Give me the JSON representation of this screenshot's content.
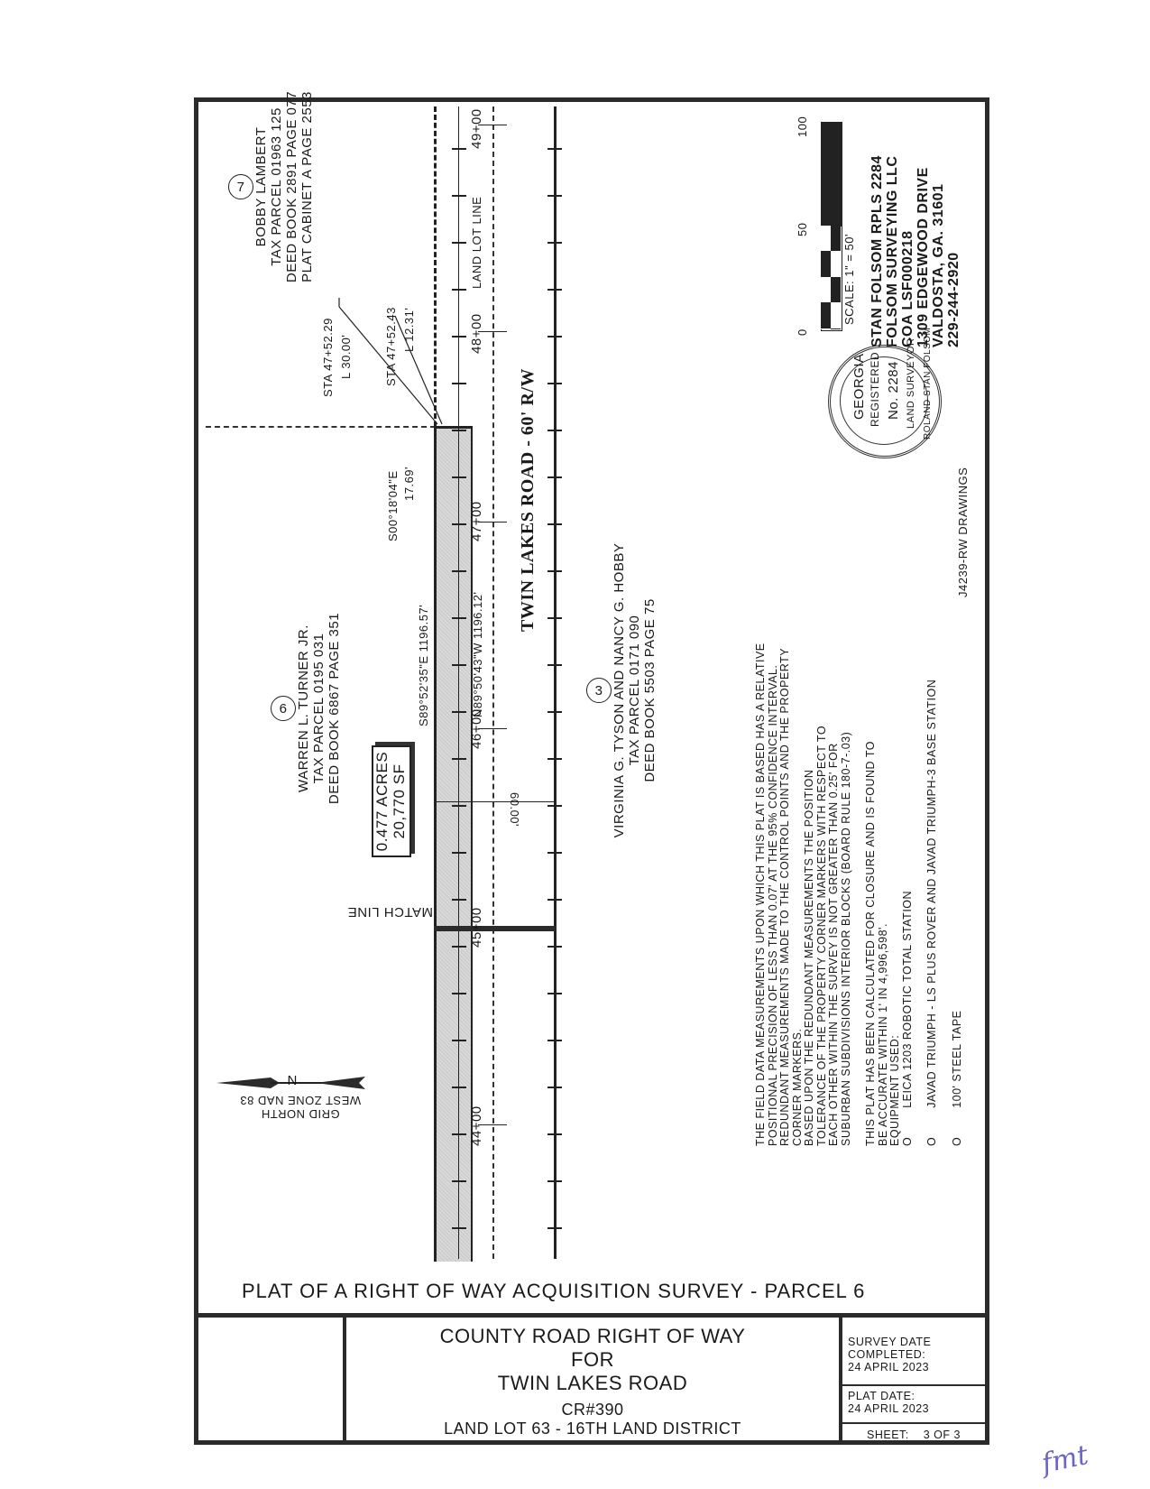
{
  "sheet": {
    "title": "PLAT OF A RIGHT OF WAY ACQUISITION SURVEY - PARCEL 6",
    "drawing_ref": "J4239-RW DRAWINGS"
  },
  "title_block": {
    "line1": "COUNTY ROAD RIGHT OF WAY",
    "line2": "FOR",
    "line3": "TWIN LAKES ROAD",
    "line4": "CR#390",
    "line5": "LAND LOT 63 - 16TH LAND DISTRICT",
    "survey_date_label_1": "SURVEY DATE",
    "survey_date_label_2": "COMPLETED:",
    "survey_date_value": "24 APRIL 2023",
    "plat_date_label": "PLAT DATE:",
    "plat_date_value": "24 APRIL 2023",
    "sheet_label": "SHEET:",
    "sheet_value": "3 OF 3"
  },
  "parcels": [
    {
      "number": "7",
      "owner": "BOBBY LAMBERT",
      "tax_parcel": "TAX PARCEL 01963 125",
      "deed": "DEED BOOK 2891 PAGE 077",
      "plat": "PLAT CABINET A PAGE 2553"
    },
    {
      "number": "6",
      "owner": "WARREN L. TURNER JR.",
      "tax_parcel": "TAX PARCEL 0195 031",
      "deed": "DEED BOOK 6867 PAGE 351"
    },
    {
      "number": "3",
      "owner": "VIRGINIA G. TYSON AND NANCY G. HOBBY",
      "tax_parcel": "TAX PARCEL 0171 090",
      "deed": "DEED BOOK 5503 PAGE 75"
    }
  ],
  "area_box": {
    "acres": "0.477 ACRES",
    "sf": "20,770 SF"
  },
  "road": {
    "name": "TWIN LAKES ROAD - 60' R/W",
    "width_label": "60.00'"
  },
  "bearings": {
    "north_line": "S89°52'35\"E   1196.57'",
    "south_line": "N89°50'43\"W   1196.12'",
    "east_line_bearing": "S00°18'04\"E",
    "east_line_distance": "17.69'"
  },
  "stations": {
    "sta_a": "STA 47+52.29",
    "sta_a_offset": "L 30.00'",
    "sta_b": "STA 47+52.43",
    "sta_b_offset": "L 12.31'",
    "ticks": [
      "44+00",
      "45+00",
      "46+00",
      "47+00",
      "48+00",
      "49+00"
    ],
    "land_lot_line": "LAND LOT LINE",
    "match_line": "MATCH LINE"
  },
  "north_arrow": {
    "letter": "N",
    "line1": "GRID NORTH",
    "line2": "WEST ZONE NAD 83"
  },
  "scale_bar": {
    "label": "SCALE: 1\" = 50'",
    "ticks": [
      "0",
      "50",
      "100"
    ]
  },
  "surveyor": {
    "line1": "STAN FOLSOM RPLS 2284",
    "line2": "FOLSOM SURVEYING LLC",
    "line3": "COA LSF000218",
    "line4": "1309 EDGEWOOD DRIVE",
    "line5": "VALDOSTA, GA. 31601",
    "line6": "229-244-2920"
  },
  "seal": {
    "top": "GEORGIA",
    "inner": "REGISTERED",
    "number": "No. 2284",
    "bottom": "LAND SURVEYOR",
    "name": "ROLAND STAN FOLSOM"
  },
  "notes": {
    "p1": [
      "THE FIELD DATA MEASUREMENTS UPON WHICH THIS PLAT IS BASED HAS A RELATIVE",
      "POSITIONAL PRECISION OF LESS THAN 0.07' AT THE 95% CONFIDENCE INTERVAL.",
      "REDUNDANT MEASUREMENTS MADE TO THE CONTROL POINTS AND THE PROPERTY",
      "CORNER MARKERS.",
      "BASED UPON THE REDUNDANT MEASUREMENTS THE POSITION",
      "TOLERANCE OF THE PROPERTY CORNER MARKERS WITH RESPECT TO",
      "EACH OTHER WITHIN THE SURVEY IS NOT GREATER THAN 0.25' FOR",
      "SUBURBAN SUBDIVISIONS INTERIOR BLOCKS (BOARD RULE 180-7-.03)"
    ],
    "p2": [
      "THIS PLAT HAS BEEN CALCULATED FOR CLOSURE AND IS FOUND TO",
      "BE ACCURATE WITHIN 1' IN 4,996,598'.",
      "EQUIPMENT USED:"
    ],
    "equipment": [
      {
        "bullet": "O",
        "text": "LEICA 1203 ROBOTIC TOTAL STATION"
      },
      {
        "bullet": "O",
        "text": "JAVAD TRIUMPH - LS PLUS ROVER AND JAVAD TRIUMPH-3  BASE STATION"
      },
      {
        "bullet": "O",
        "text": "100' STEEL TAPE"
      }
    ]
  },
  "handwritten_initials": "fmt",
  "colors": {
    "ink": "#1a1a1a",
    "frame": "#2b2b2b",
    "shade": "#cfcfcf",
    "initials": "#6b63c9"
  }
}
